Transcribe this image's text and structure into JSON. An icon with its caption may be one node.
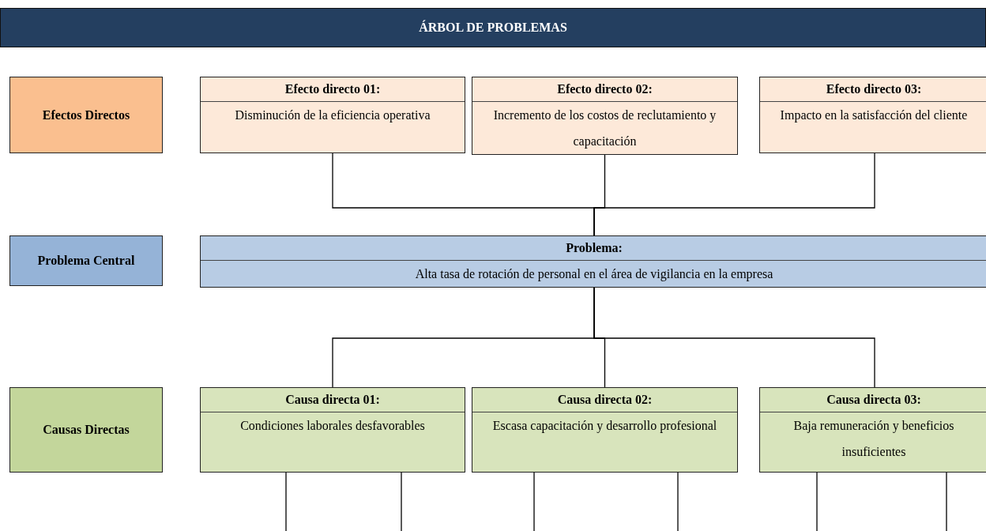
{
  "diagram": {
    "title": "ÁRBOL DE PROBLEMAS",
    "nodes": [
      {
        "text": [
          "Efectos Directos"
        ]
      },
      {
        "text": [
          "Efecto directo 01:",
          "Disminución de la eficiencia operativa"
        ]
      },
      {
        "text": [
          "Efecto directo 02:",
          "Incremento de los costos de reclutamiento y capacitación"
        ]
      },
      {
        "text": [
          "Efecto directo 03:",
          "Impacto en la satisfacción del cliente"
        ]
      },
      {
        "text": [
          "Problema Central"
        ]
      },
      {
        "text": [
          "Problema:",
          "Alta tasa de rotación de personal en el área de vigilancia en la empresa"
        ]
      },
      {
        "text": [
          "Causas Directas"
        ]
      },
      {
        "text": [
          "Causa directa 01:",
          "Condiciones laborales desfavorables"
        ]
      },
      {
        "text": [
          "Causa directa 02:",
          "Escasa capacitación y desarrollo profesional"
        ]
      },
      {
        "text": [
          "Causa directa 03:",
          "Baja remuneración y beneficios insuficientes"
        ]
      }
    ],
    "edges": [
      {
        "from": 1,
        "to": 5,
        "arrow": "none"
      },
      {
        "from": 2,
        "to": 5,
        "arrow": "none"
      },
      {
        "from": 3,
        "to": 5,
        "arrow": "none"
      },
      {
        "from": 5,
        "to": 7,
        "arrow": "none"
      },
      {
        "from": 5,
        "to": 8,
        "arrow": "none"
      },
      {
        "from": 5,
        "to": 9,
        "arrow": "none"
      },
      {
        "from": 7,
        "to": null,
        "arrow": "none"
      },
      {
        "from": 7,
        "to": null,
        "arrow": "none"
      },
      {
        "from": 8,
        "to": null,
        "arrow": "none"
      },
      {
        "from": 8,
        "to": null,
        "arrow": "none"
      },
      {
        "from": 9,
        "to": null,
        "arrow": "none"
      },
      {
        "from": 9,
        "to": null,
        "arrow": "none"
      }
    ]
  }
}
